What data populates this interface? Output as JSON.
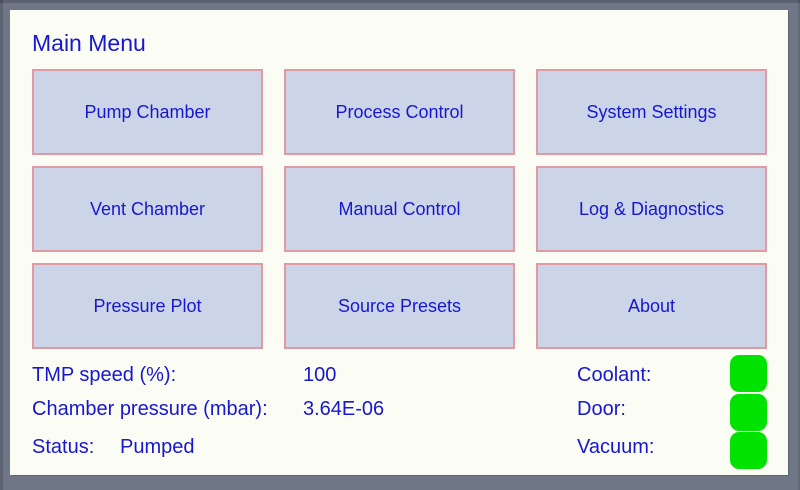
{
  "title": "Main Menu",
  "colors": {
    "accent_blue": "#1717cf",
    "button_fill": "#ccd4e8",
    "button_border": "#e29aa2",
    "panel_bg": "#fbfdf5",
    "frame_gray": "#6f7787",
    "indicator_green": "#00e300"
  },
  "menu": {
    "buttons": [
      "Pump Chamber",
      "Process Control",
      "System Settings",
      "Vent Chamber",
      "Manual Control",
      "Log & Diagnostics",
      "Pressure Plot",
      "Source Presets",
      "About"
    ]
  },
  "status": {
    "left_rows": [
      {
        "label": "TMP speed (%):",
        "value": "100"
      },
      {
        "label": "Chamber pressure (mbar):",
        "value": "3.64E-06"
      },
      {
        "label": "Status:",
        "value": "Pumped"
      }
    ],
    "indicators": [
      {
        "label": "Coolant:",
        "state": "ok",
        "color": "#00e300"
      },
      {
        "label": "Door:",
        "state": "ok",
        "color": "#00e300"
      },
      {
        "label": "Vacuum:",
        "state": "ok",
        "color": "#00e300"
      }
    ]
  }
}
